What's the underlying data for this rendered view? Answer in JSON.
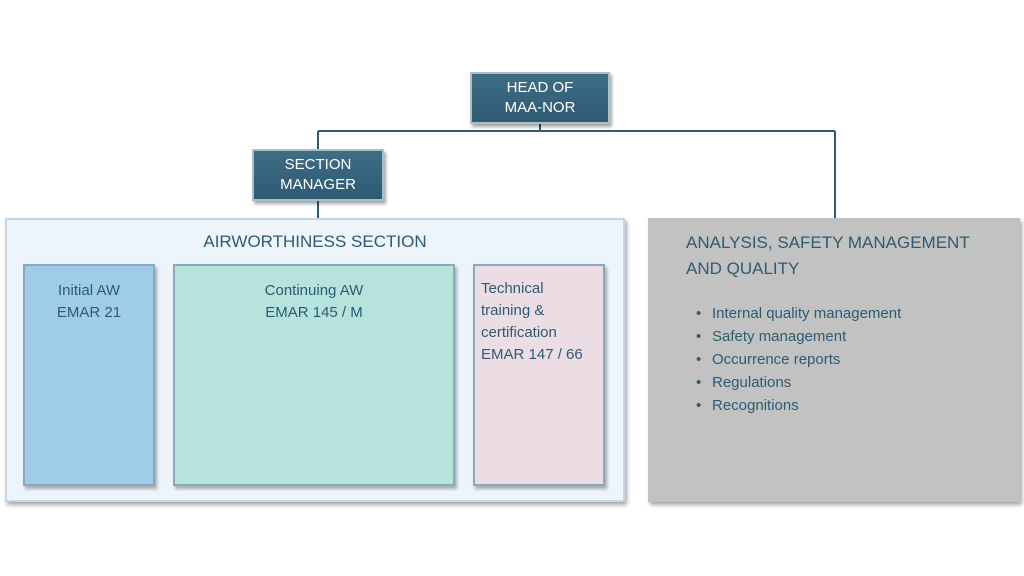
{
  "head": {
    "lines": [
      "HEAD OF",
      "MAA-NOR"
    ]
  },
  "section_manager": {
    "lines": [
      "SECTION",
      "MANAGER"
    ]
  },
  "airworthiness_section": {
    "title": "AIRWORTHINESS SECTION",
    "boxes": [
      {
        "lines": [
          "Initial AW",
          "EMAR 21"
        ],
        "color": "#9fcde7"
      },
      {
        "lines": [
          "Continuing AW",
          "EMAR 145 / M"
        ],
        "color": "#b7e3dd"
      },
      {
        "lines": [
          "Technical",
          "training &",
          "certification",
          "EMAR 147 / 66"
        ],
        "color": "#ecdde4"
      }
    ]
  },
  "asq_section": {
    "title_lines": [
      "ANALYSIS, SAFETY MANAGEMENT",
      "AND QUALITY"
    ],
    "items": [
      "Internal quality management",
      "Safety management",
      "Occurrence reports",
      "Regulations",
      "Recognitions"
    ],
    "color": "#c2c2c2"
  },
  "colors": {
    "node_dark": "#2e5a73",
    "text": "#2e5a73",
    "connector": "#2e5a73"
  }
}
